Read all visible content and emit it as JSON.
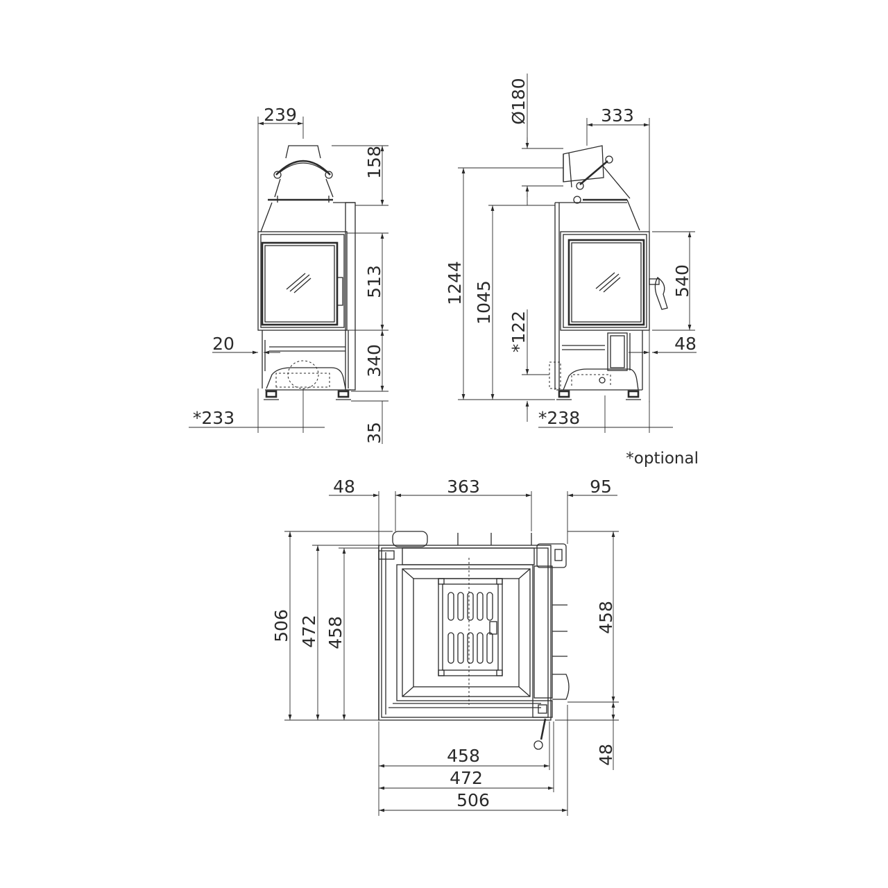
{
  "front_view": {
    "dims": {
      "flue_offset": "239",
      "flue_height": "158",
      "door_height": "513",
      "base_height": "340",
      "feet_height": "35",
      "side_gap": "20",
      "air_intake_offset": "*233"
    }
  },
  "side_view": {
    "dims": {
      "flue_diameter": "Ø180",
      "flue_offset": "333",
      "total_height": "1244",
      "body_height": "1045",
      "air_intake_height": "*122",
      "door_height": "540",
      "side_depth": "48",
      "air_intake_offset": "*238"
    }
  },
  "top_view": {
    "dims": {
      "left_margin": "48",
      "firebox_width": "363",
      "right_margin": "95",
      "depth_outer": "506",
      "depth_mid": "472",
      "depth_inner": "458",
      "right_depth": "458",
      "right_offset": "48",
      "width_inner": "458",
      "width_mid": "472",
      "width_outer": "506"
    }
  },
  "note": "*optional"
}
